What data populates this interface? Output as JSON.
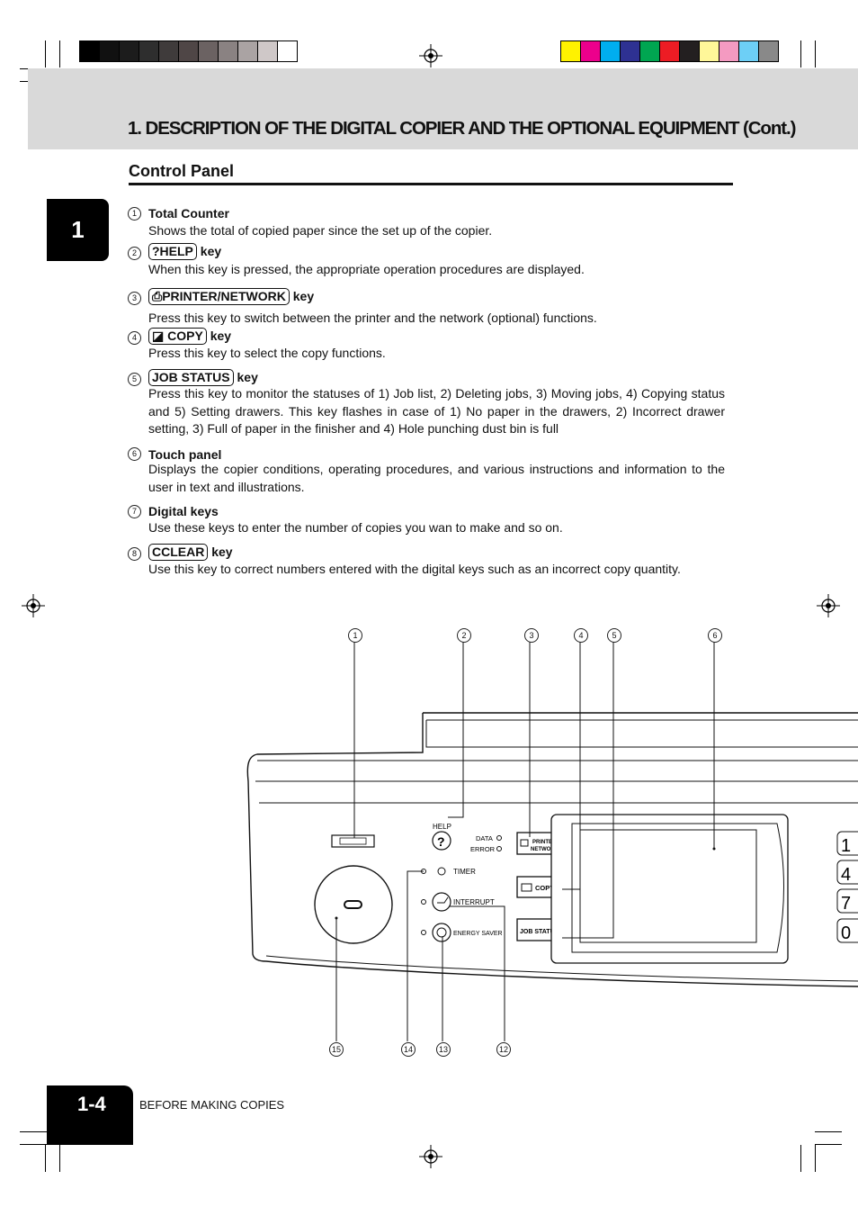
{
  "page": {
    "title": "1. DESCRIPTION OF THE DIGITAL COPIER AND THE OPTIONAL EQUIPMENT (Cont.)",
    "section": "Control Panel",
    "chapter_tab": "1",
    "page_number": "1-4",
    "footer": "BEFORE MAKING COPIES"
  },
  "colors": {
    "gray_bar": [
      "#000000",
      "#111111",
      "#1c1c1c",
      "#2e2e2e",
      "#3f3b3b",
      "#4f4646",
      "#6b6262",
      "#8a8282",
      "#aaa3a3",
      "#cfc8c8",
      "#ffffff"
    ],
    "color_bar": [
      "#fff200",
      "#ec008c",
      "#00aeef",
      "#2e3192",
      "#00a651",
      "#ed1c24",
      "#231f20",
      "#fff799",
      "#f49ac1",
      "#6dcff6",
      "#898989"
    ]
  },
  "items": [
    {
      "num": "1",
      "title": "Total Counter",
      "key": "",
      "suffix": "",
      "desc": "Shows the total of copied paper since the set up of the copier."
    },
    {
      "num": "2",
      "title": "",
      "key": "?HELP",
      "suffix": " key",
      "desc": "When this key is pressed, the appropriate operation procedures are displayed."
    },
    {
      "num": "3",
      "title": "",
      "key": "PRINTER/NETWORK",
      "suffix": " key",
      "desc": "Press this key to switch between the printer and the network (optional) functions."
    },
    {
      "num": "4",
      "title": "",
      "key": "COPY",
      "suffix": " key",
      "desc": "Press this key to select the copy functions."
    },
    {
      "num": "5",
      "title": "",
      "key": "JOB STATUS",
      "suffix": " key",
      "desc": "Press this key to monitor the statuses of 1) Job list, 2) Deleting jobs, 3) Moving jobs, 4) Copying status and 5) Setting drawers. This key flashes in case of 1) No paper in the drawers, 2) Incorrect drawer setting, 3) Full of paper in the finisher and 4) Hole punching dust bin is full"
    },
    {
      "num": "6",
      "title": "Touch panel",
      "key": "",
      "suffix": "",
      "desc": "Displays the copier conditions, operating procedures, and various instructions and information to the user in text and illustrations."
    },
    {
      "num": "7",
      "title": "Digital keys",
      "key": "",
      "suffix": "",
      "desc": "Use these keys to enter the number of copies you wan to make and so on."
    },
    {
      "num": "8",
      "title": "",
      "key": "CCLEAR",
      "suffix": " key",
      "desc": "Use this key to correct numbers entered with the digital keys such as an incorrect copy quantity."
    }
  ],
  "diagram": {
    "callouts_top": [
      "1",
      "2",
      "3",
      "4",
      "5",
      "6"
    ],
    "callouts_bottom": [
      "15",
      "14",
      "13",
      "12"
    ],
    "labels": {
      "help": "HELP",
      "help_symbol": "?",
      "data": "DATA",
      "error": "ERROR",
      "printer": "PRINTER/",
      "network": "NETWORK",
      "copy": "COPY",
      "job_status": "JOB STATUS",
      "timer": "TIMER",
      "interrupt": "INTERRUPT",
      "energy_saver": "ENERGY SAVER"
    },
    "digits": [
      "1",
      "4",
      "7",
      "0"
    ]
  }
}
